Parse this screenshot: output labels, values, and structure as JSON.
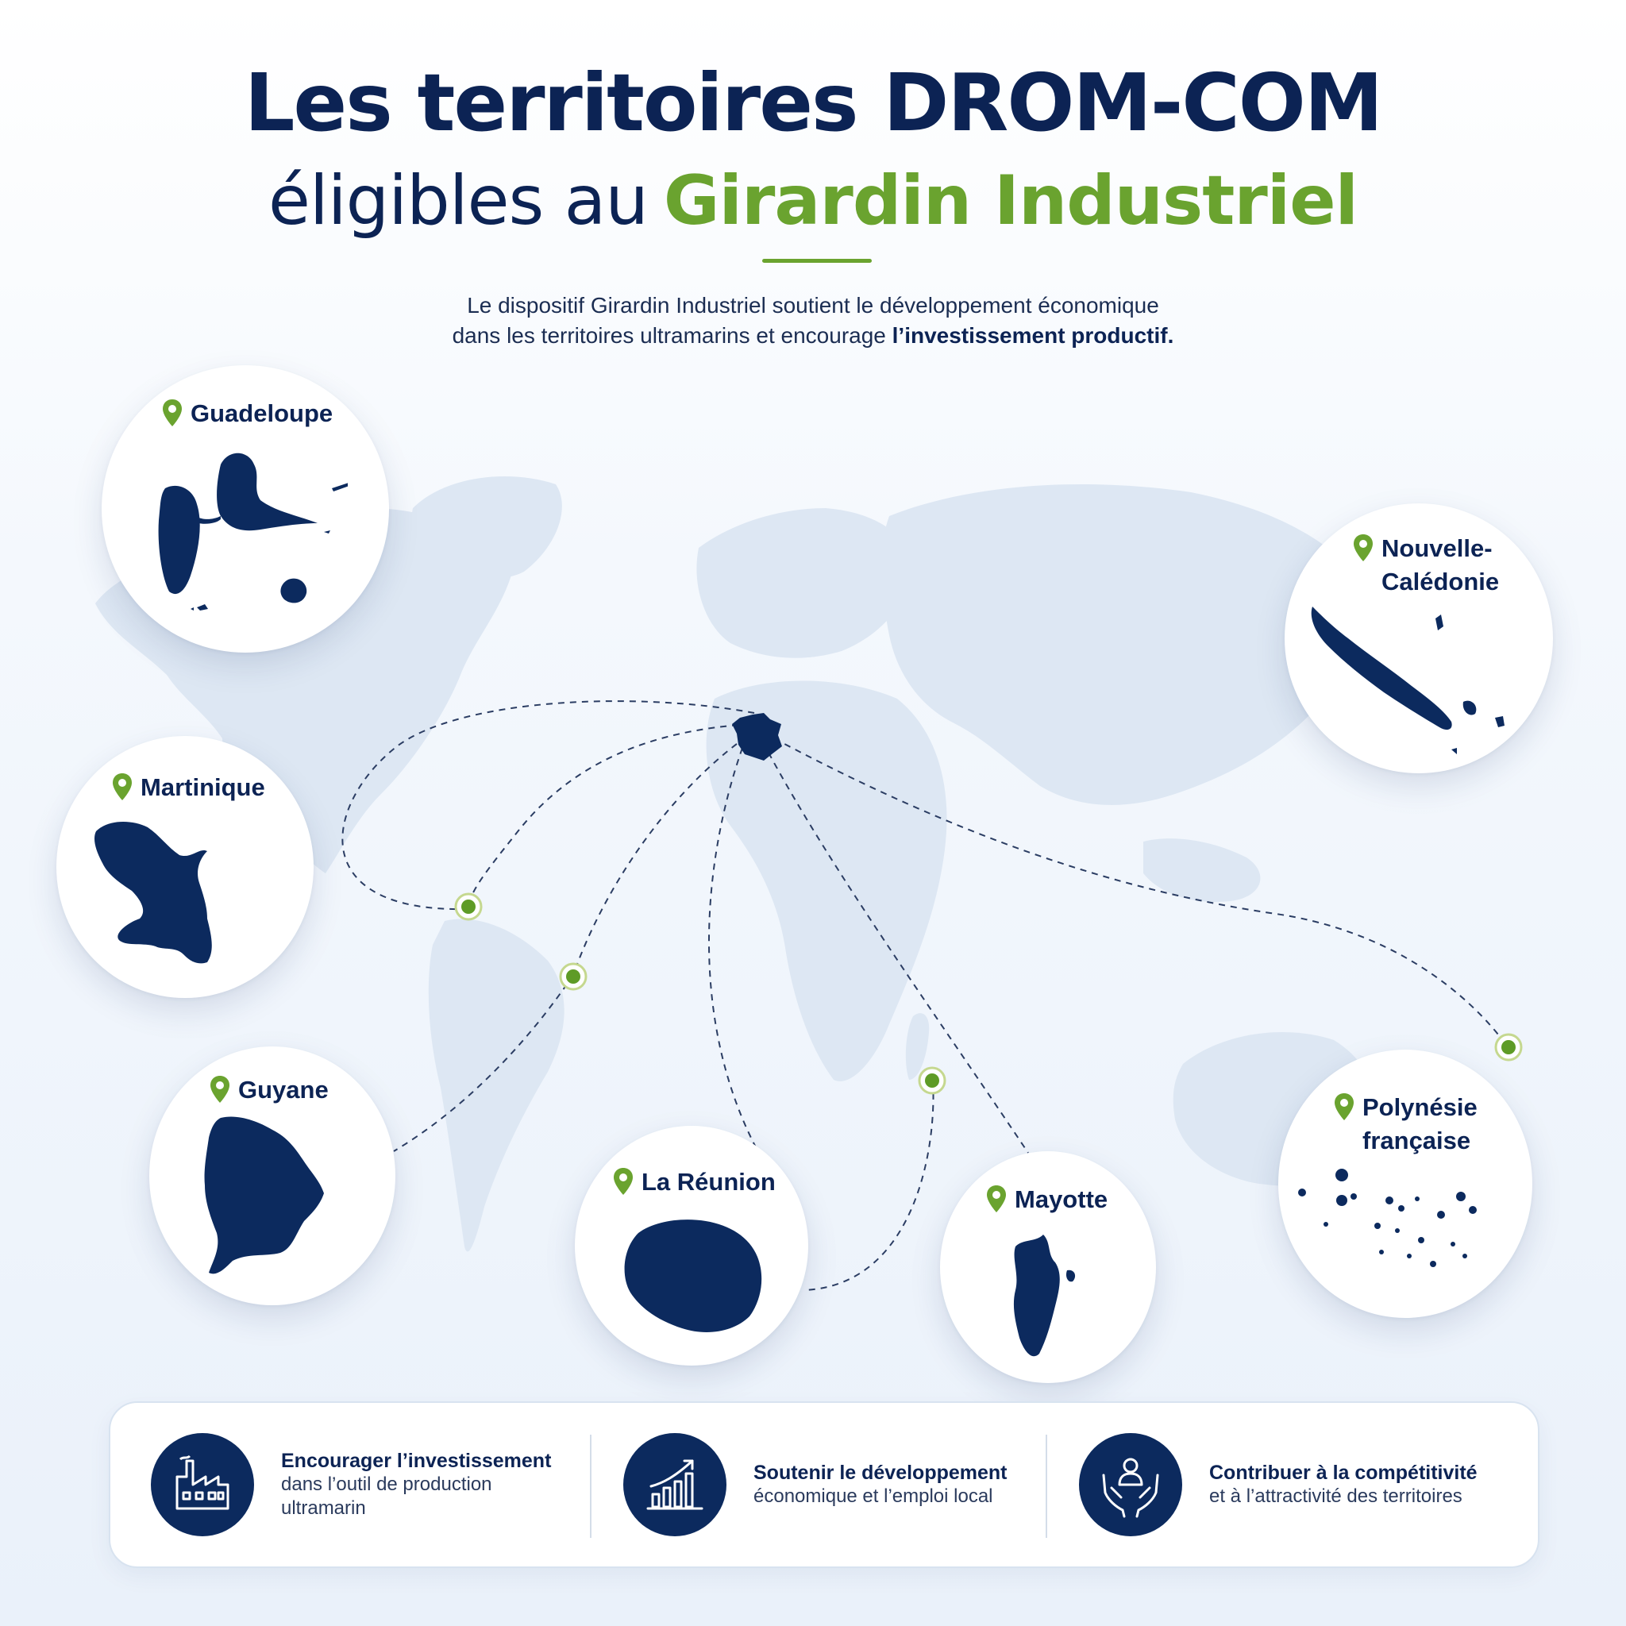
{
  "header": {
    "title": "Les territoires DROM-COM",
    "subtitle_prefix": "éligibles au",
    "subtitle_accent": "Girardin Industriel",
    "intro_line1": "Le dispositif Girardin Industriel soutient le développement économique",
    "intro_line2_prefix": "dans les territoires ultramarins et encourage",
    "intro_line2_bold": "l’investissement productif."
  },
  "territories": [
    {
      "id": "guadeloupe",
      "name_lines": [
        "Guadeloupe"
      ]
    },
    {
      "id": "martinique",
      "name_lines": [
        "Martinique"
      ]
    },
    {
      "id": "guyane",
      "name_lines": [
        "Guyane"
      ]
    },
    {
      "id": "reunion",
      "name_lines": [
        "La Réunion"
      ]
    },
    {
      "id": "mayotte",
      "name_lines": [
        "Mayotte"
      ]
    },
    {
      "id": "nouvelle-caledonie",
      "name_lines": [
        "Nouvelle-",
        "Calédonie"
      ]
    },
    {
      "id": "polynesie",
      "name_lines": [
        "Polynésie",
        "française"
      ]
    }
  ],
  "features": [
    {
      "icon": "factory-icon",
      "title": "Encourager l’investissement",
      "text": "dans l’outil de production ultramarin"
    },
    {
      "icon": "growth-chart-icon",
      "title": "Soutenir le développement",
      "text": "économique et l’emploi local"
    },
    {
      "icon": "helping-hands-icon",
      "title": "Contribuer à la compétitivité",
      "text": "et à l’attractivité des territoires"
    }
  ],
  "colors": {
    "navy": "#0c2354",
    "island": "#0c2a5e",
    "accent_green": "#6aa32f",
    "continent": "#dde7f3"
  },
  "icons": {
    "location_pin": "map-pin-icon",
    "hub": "france-icon"
  }
}
